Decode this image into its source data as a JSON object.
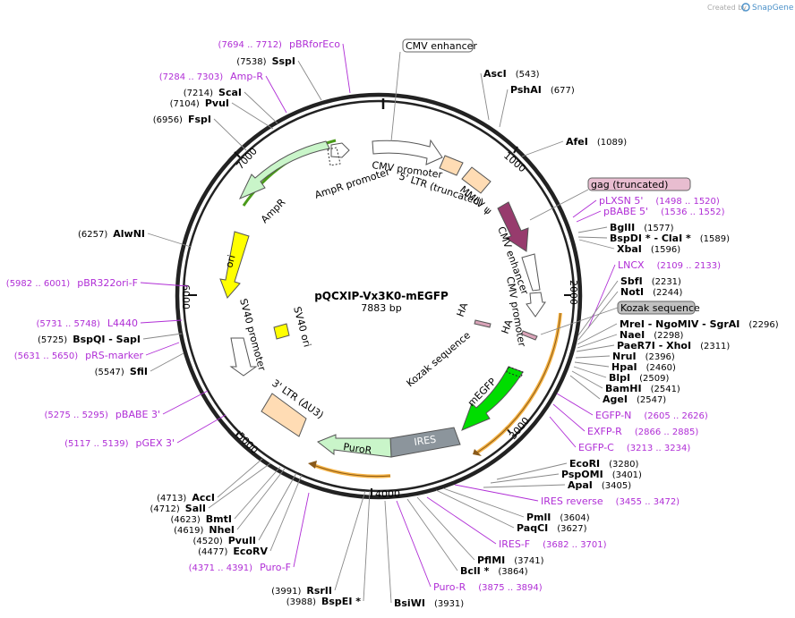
{
  "credit": {
    "prefix": "Created by",
    "brand": "SnapGene"
  },
  "plasmid": {
    "name": "pQCXIP-Vx3K0-mEGFP",
    "size": "7883 bp",
    "length": 7883
  },
  "ticks": [
    "1000",
    "2000",
    "3000",
    "4000",
    "5000",
    "6000",
    "7000"
  ],
  "colors": {
    "backbone": "#222222",
    "primer": "#b02ed6",
    "cut": "#888888",
    "ampr": "#c9f5c9",
    "ori": "#ffff00",
    "orf_highlight": "#f5a623",
    "ltr": "#ffdcb4",
    "gag": "#973b6d",
    "egfp": "#00dd00",
    "ires": "#8c959c",
    "puror": "#c9f5c9",
    "promoter": "#ffffff",
    "sv40ori": "#ffff00"
  },
  "callouts": [
    {
      "label": "CMV enhancer",
      "style": "white"
    },
    {
      "label": "gag (truncated)",
      "style": "pink"
    },
    {
      "label": "Kozak sequence",
      "style": "gray"
    }
  ],
  "features": [
    {
      "name": "AmpR promoter",
      "type": "promoter"
    },
    {
      "name": "AmpR",
      "type": "cds"
    },
    {
      "name": "ori",
      "type": "origin"
    },
    {
      "name": "CMV promoter",
      "type": "promoter"
    },
    {
      "name": "5' LTR (truncated)",
      "type": "ltr"
    },
    {
      "name": "MMLV ψ",
      "type": "misc"
    },
    {
      "name": "CMV enhancer",
      "type": "enhancer"
    },
    {
      "name": "CMV promoter",
      "type": "promoter"
    },
    {
      "name": "HA",
      "type": "tag"
    },
    {
      "name": "HA",
      "type": "tag"
    },
    {
      "name": "Kozak sequence",
      "type": "misc"
    },
    {
      "name": "mEGFP",
      "type": "cds"
    },
    {
      "name": "IRES",
      "type": "misc"
    },
    {
      "name": "PuroR",
      "type": "cds"
    },
    {
      "name": "3' LTR (ΔU3)",
      "type": "ltr"
    },
    {
      "name": "SV40 promoter",
      "type": "promoter"
    },
    {
      "name": "SV40 ori",
      "type": "origin"
    }
  ],
  "right_sites": [
    {
      "name": "AscI",
      "pos": "(543)"
    },
    {
      "name": "PshAI",
      "pos": "(677)"
    },
    {
      "name": "AfeI",
      "pos": "(1089)"
    },
    {
      "name": "pLXSN 5'",
      "pos": "(1498 .. 1520)",
      "primer": true
    },
    {
      "name": "pBABE 5'",
      "pos": "(1536 .. 1552)",
      "primer": true
    },
    {
      "name": "BglII",
      "pos": "(1577)"
    },
    {
      "name": "BspDI * - ClaI *",
      "pos": "(1589)"
    },
    {
      "name": "XbaI",
      "pos": "(1596)"
    },
    {
      "name": "LNCX",
      "pos": "(2109 .. 2133)",
      "primer": true
    },
    {
      "name": "SbfI",
      "pos": "(2231)"
    },
    {
      "name": "NotI",
      "pos": "(2244)"
    },
    {
      "name": "MreI - NgoMIV - SgrAI",
      "pos": "(2296)"
    },
    {
      "name": "NaeI",
      "pos": "(2298)"
    },
    {
      "name": "PaeR7I - XhoI",
      "pos": "(2311)"
    },
    {
      "name": "NruI",
      "pos": "(2396)"
    },
    {
      "name": "HpaI",
      "pos": "(2460)"
    },
    {
      "name": "BlpI",
      "pos": "(2509)"
    },
    {
      "name": "BamHI",
      "pos": "(2541)"
    },
    {
      "name": "AgeI",
      "pos": "(2547)"
    },
    {
      "name": "EGFP-N",
      "pos": "(2605 .. 2626)",
      "primer": true
    },
    {
      "name": "EXFP-R",
      "pos": "(2866 .. 2885)",
      "primer": true
    },
    {
      "name": "EGFP-C",
      "pos": "(3213 .. 3234)",
      "primer": true
    },
    {
      "name": "EcoRI",
      "pos": "(3280)"
    },
    {
      "name": "PspOMI",
      "pos": "(3401)"
    },
    {
      "name": "ApaI",
      "pos": "(3405)"
    },
    {
      "name": "IRES reverse",
      "pos": "(3455 .. 3472)",
      "primer": true
    },
    {
      "name": "PmlI",
      "pos": "(3604)"
    },
    {
      "name": "PaqCI",
      "pos": "(3627)"
    },
    {
      "name": "IRES-F",
      "pos": "(3682 .. 3701)",
      "primer": true
    },
    {
      "name": "PflMI",
      "pos": "(3741)"
    },
    {
      "name": "BclI *",
      "pos": "(3864)"
    },
    {
      "name": "Puro-R",
      "pos": "(3875 .. 3894)",
      "primer": true
    },
    {
      "name": "BsiWI",
      "pos": "(3931)"
    }
  ],
  "left_sites": [
    {
      "name": "pBRforEco",
      "pos": "(7694 .. 7712)",
      "primer": true
    },
    {
      "name": "SspI",
      "pos": "(7538)"
    },
    {
      "name": "Amp-R",
      "pos": "(7284 .. 7303)",
      "primer": true
    },
    {
      "name": "ScaI",
      "pos": "(7214)"
    },
    {
      "name": "PvuI",
      "pos": "(7104)"
    },
    {
      "name": "FspI",
      "pos": "(6956)"
    },
    {
      "name": "AlwNI",
      "pos": "(6257)"
    },
    {
      "name": "pBR322ori-F",
      "pos": "(5982 .. 6001)",
      "primer": true
    },
    {
      "name": "L4440",
      "pos": "(5731 .. 5748)",
      "primer": true
    },
    {
      "name": "BspQI - SapI",
      "pos": "(5725)"
    },
    {
      "name": "pRS-marker",
      "pos": "(5631 .. 5650)",
      "primer": true
    },
    {
      "name": "SfiI",
      "pos": "(5547)"
    },
    {
      "name": "pBABE 3'",
      "pos": "(5275 .. 5295)",
      "primer": true
    },
    {
      "name": "pGEX 3'",
      "pos": "(5117 .. 5139)",
      "primer": true
    },
    {
      "name": "AccI",
      "pos": "(4713)"
    },
    {
      "name": "SalI",
      "pos": "(4712)"
    },
    {
      "name": "BmtI",
      "pos": "(4623)"
    },
    {
      "name": "NheI",
      "pos": "(4619)"
    },
    {
      "name": "PvuII",
      "pos": "(4520)"
    },
    {
      "name": "EcoRV",
      "pos": "(4477)"
    },
    {
      "name": "Puro-F",
      "pos": "(4371 .. 4391)",
      "primer": true
    },
    {
      "name": "RsrII",
      "pos": "(3991)"
    },
    {
      "name": "BspEI *",
      "pos": "(3988)"
    }
  ]
}
